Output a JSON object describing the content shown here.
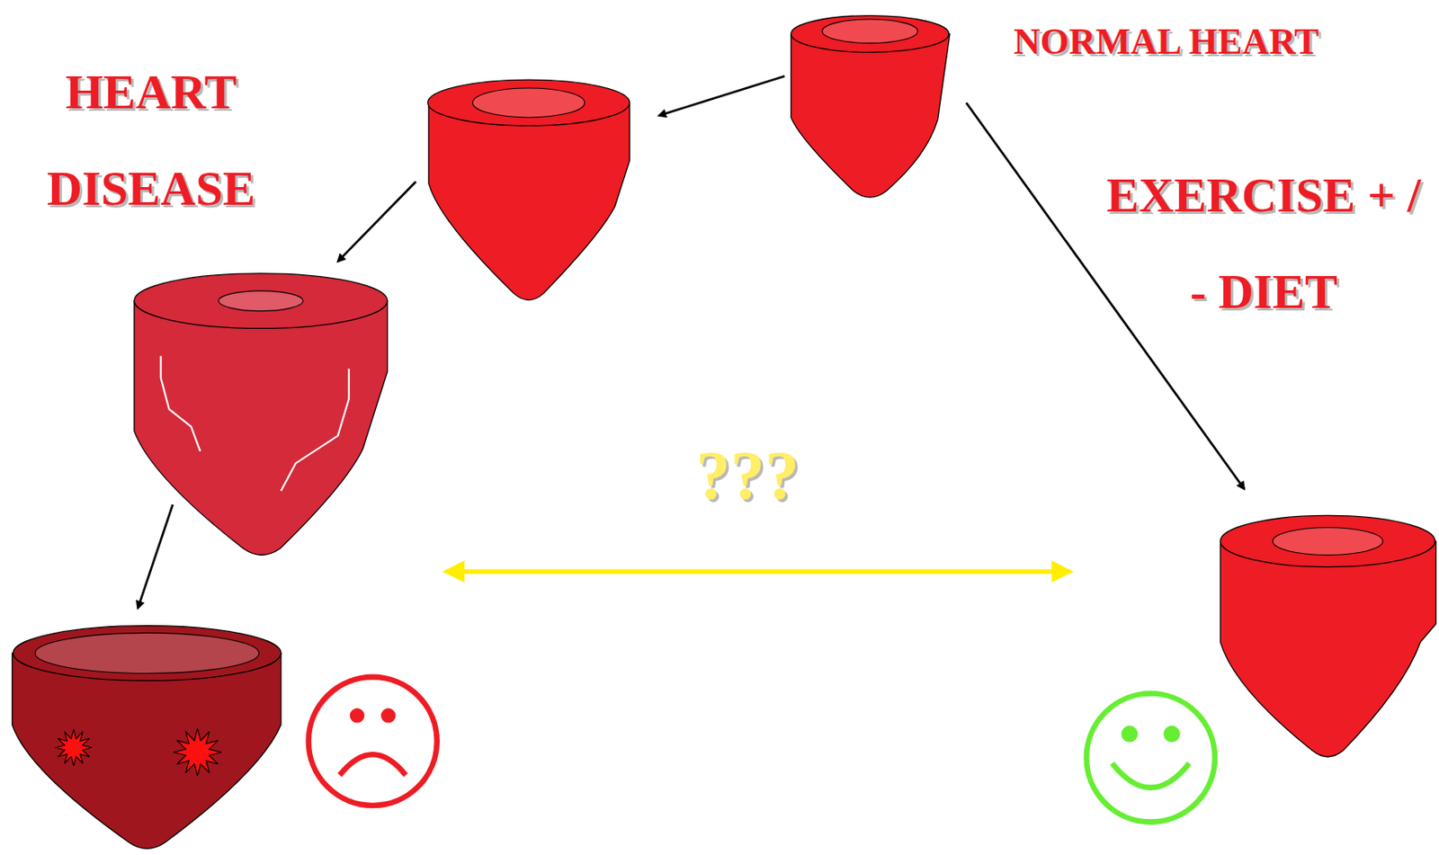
{
  "diagram": {
    "labels": [
      "NORMAL HEART",
      "HEART DISEASE",
      "EXERCISE + / - DIET",
      "???"
    ]
  }
}
